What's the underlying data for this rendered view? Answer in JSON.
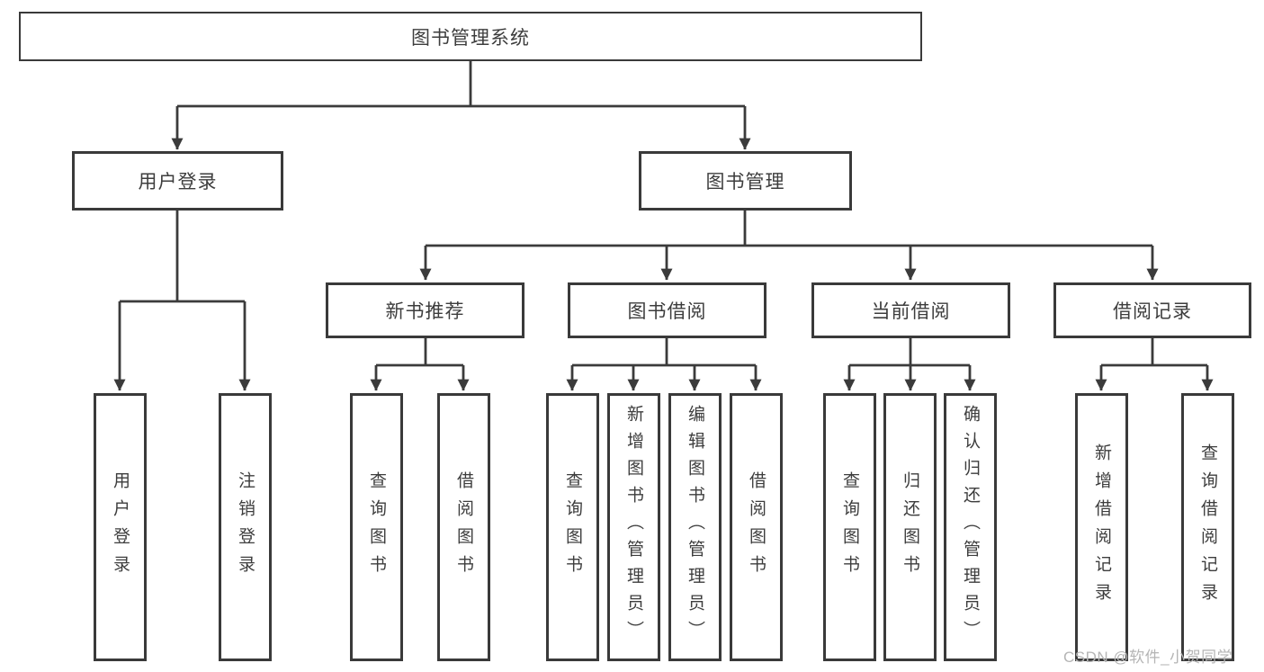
{
  "colors": {
    "line": "#3b3b3b",
    "box_border": "#3a3a3a",
    "box_bg": "#ffffff",
    "text": "#3d3d3d",
    "watermark": "#b5b5b5"
  },
  "watermark": {
    "text": "CSDN @软件_小贺同学"
  },
  "tree": {
    "root": {
      "label": "图书管理系统"
    },
    "branches": [
      {
        "label": "用户登录",
        "children": [
          {
            "label": "用户登录"
          },
          {
            "label": "注销登录"
          }
        ]
      },
      {
        "label": "图书管理",
        "children": [
          {
            "label": "新书推荐",
            "children": [
              {
                "label": "查询图书"
              },
              {
                "label": "借阅图书"
              }
            ]
          },
          {
            "label": "图书借阅",
            "children": [
              {
                "label": "查询图书"
              },
              {
                "label": "新增图书（管理员）"
              },
              {
                "label": "编辑图书（管理员）"
              },
              {
                "label": "借阅图书"
              }
            ]
          },
          {
            "label": "当前借阅",
            "children": [
              {
                "label": "查询图书"
              },
              {
                "label": "归还图书"
              },
              {
                "label": "确认归还（管理员）"
              }
            ]
          },
          {
            "label": "借阅记录",
            "children": [
              {
                "label": "新增借阅记录"
              },
              {
                "label": "查询借阅记录"
              }
            ]
          }
        ]
      }
    ]
  }
}
